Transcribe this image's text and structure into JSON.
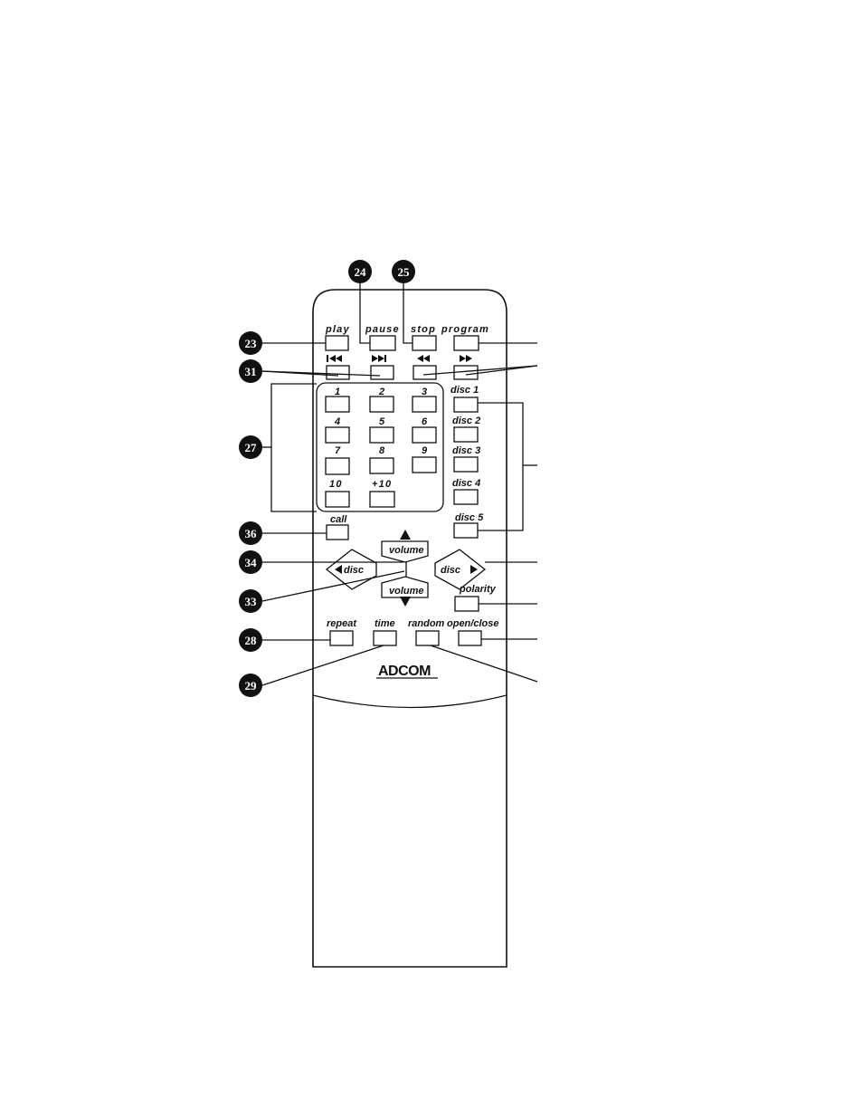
{
  "remote": {
    "top_labels": {
      "play": "play",
      "pause": "pause",
      "stop": "stop",
      "program": "program"
    },
    "keypad": [
      "1",
      "2",
      "3",
      "4",
      "5",
      "6",
      "7",
      "8",
      "9",
      "10",
      "+10"
    ],
    "disc_buttons": [
      "disc 1",
      "disc 2",
      "disc 3",
      "disc 4",
      "disc 5"
    ],
    "call": "call",
    "volume_up": "volume",
    "volume_down": "volume",
    "disc_left": "disc",
    "disc_right": "disc",
    "polarity": "polarity",
    "bottom_labels": {
      "repeat": "repeat",
      "time": "time",
      "random": "random",
      "open_close": "open/close"
    },
    "brand": "ADCOM"
  },
  "callouts": [
    "23",
    "24",
    "25",
    "31",
    "27",
    "36",
    "34",
    "33",
    "28",
    "29"
  ]
}
